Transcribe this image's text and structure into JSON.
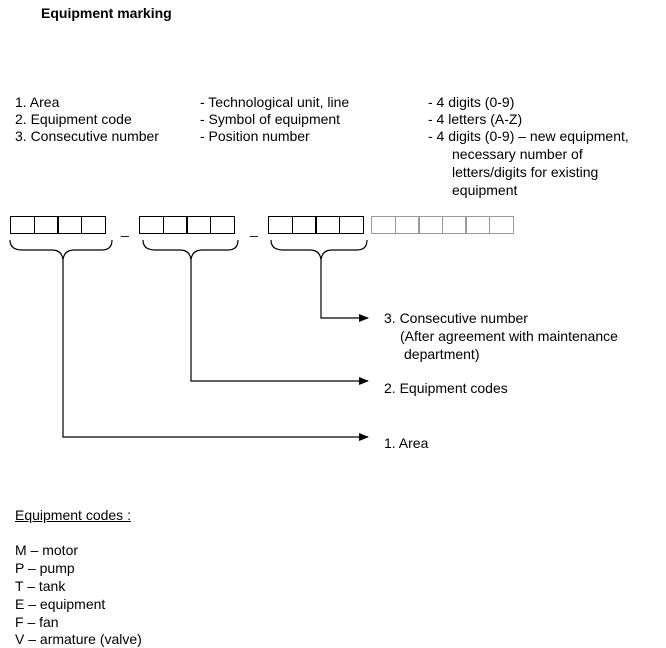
{
  "title": "Equipment marking",
  "parts": [
    {
      "name": "1. Area",
      "meaning": "- Technological unit, line",
      "format": [
        "- 4 digits (0-9)"
      ]
    },
    {
      "name": "2. Equipment code",
      "meaning": "- Symbol of equipment",
      "format": [
        "- 4 letters (A-Z)"
      ]
    },
    {
      "name": "3. Consecutive number",
      "meaning": "- Position number",
      "format": [
        "- 4 digits (0-9) – new equipment,",
        "necessary number of",
        "letters/digits for existing",
        "equipment"
      ]
    }
  ],
  "separator": "_",
  "pointers": [
    {
      "lines": [
        "3. Consecutive number",
        "(After agreement with maintenance",
        "department)"
      ]
    },
    {
      "lines": [
        "2. Equipment codes"
      ]
    },
    {
      "lines": [
        "1. Area"
      ]
    }
  ],
  "codes": {
    "heading": "Equipment codes :",
    "items": [
      "M – motor",
      "P – pump",
      "T – tank",
      "E – equipment",
      "F – fan",
      "V – armature (valve)"
    ]
  }
}
